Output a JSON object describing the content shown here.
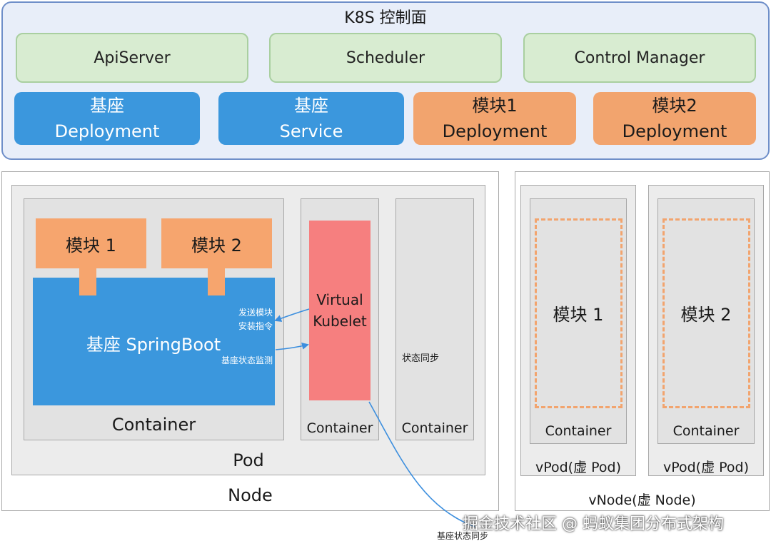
{
  "control_plane": {
    "title": "K8S 控制面",
    "components": [
      "ApiServer",
      "Scheduler",
      "Control Manager"
    ],
    "base_deployment": {
      "line1": "基座",
      "line2": "Deployment"
    },
    "base_service": {
      "line1": "基座",
      "line2": "Service"
    },
    "module1_deployment": {
      "line1": "模块1",
      "line2": "Deployment"
    },
    "module2_deployment": {
      "line1": "模块2",
      "line2": "Deployment"
    }
  },
  "node": {
    "label": "Node",
    "pod_label": "Pod",
    "container_main": {
      "module1": "模块 1",
      "module2": "模块 2",
      "springboot": "基座 SpringBoot",
      "label": "Container",
      "send_install_line1": "发送模块",
      "send_install_line2": "安装指令",
      "monitor": "基座状态监测"
    },
    "kubelet_container": {
      "line1": "Virtual",
      "line2": "Kubelet",
      "label": "Container"
    },
    "sync_container": {
      "text": "状态同步",
      "label": "Container"
    }
  },
  "vnode": {
    "label": "vNode(虚 Node)",
    "vpods": [
      {
        "module": "模块 1",
        "container": "Container",
        "label": "vPod(虚 Pod)"
      },
      {
        "module": "模块 2",
        "container": "Container",
        "label": "vPod(虚 Pod)"
      }
    ]
  },
  "connector_label": "基座状态同步",
  "watermark": "掘金技术社区 @ 蚂蚁集团分布式架构",
  "colors": {
    "control_plane_bg": "#e8eef9",
    "green": "#d8ecd1",
    "blue": "#3b97dd",
    "orange": "#f2a46e",
    "kubelet_red": "#f67f7f",
    "gray": "#e2e2e2"
  }
}
